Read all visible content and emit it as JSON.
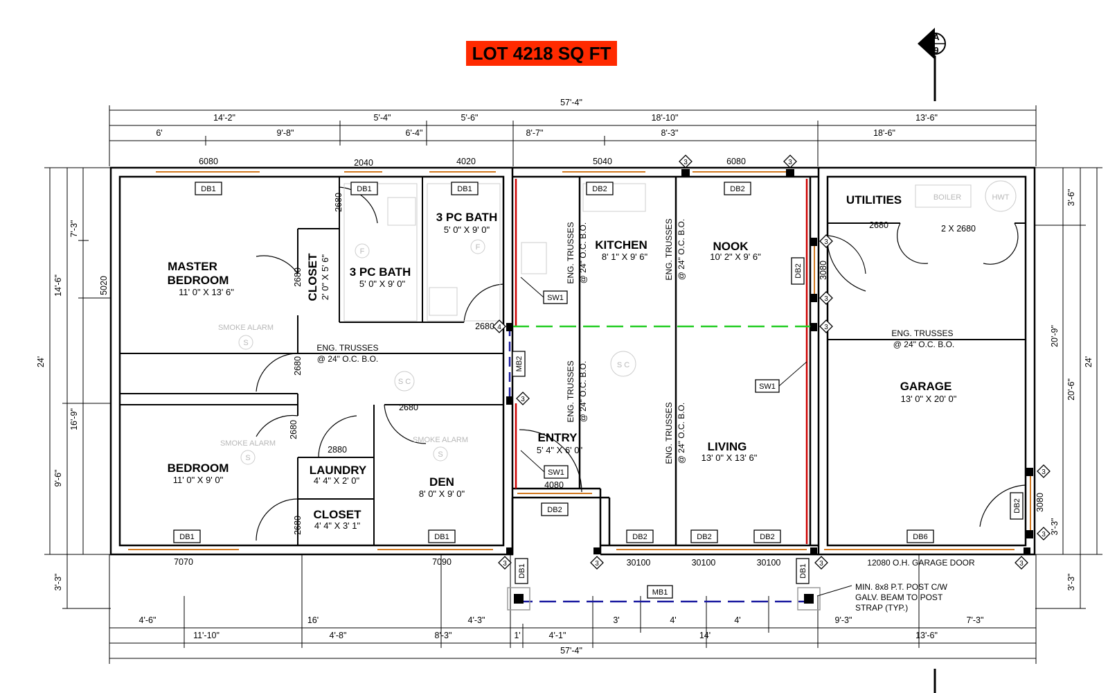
{
  "title": "LOT 4218 SQ FT",
  "north_marker": {
    "letter": "A",
    "number": "9"
  },
  "rooms": {
    "master_bedroom": {
      "name_line1": "MASTER",
      "name_line2": "BEDROOM",
      "size": "11' 0\" X 13' 6\""
    },
    "closet_master": {
      "name": "CLOSET",
      "size": "2' 0\" X 5' 6\""
    },
    "bath_1": {
      "name": "3 PC BATH",
      "size": "5' 0\" X 9' 0\""
    },
    "bath_2": {
      "name": "3 PC BATH",
      "size": "5' 0\" X 9' 0\""
    },
    "kitchen": {
      "name": "KITCHEN",
      "size": "8' 1\" X 9' 6\""
    },
    "nook": {
      "name": "NOOK",
      "size": "10' 2\" X 9' 6\""
    },
    "utilities": {
      "name": "UTILITIES"
    },
    "garage": {
      "name": "GARAGE",
      "size": "13' 0\" X 20' 0\""
    },
    "bedroom": {
      "name": "BEDROOM",
      "size": "11' 0\" X 9' 0\""
    },
    "laundry": {
      "name": "LAUNDRY",
      "size": "4' 4\" X 2' 0\""
    },
    "closet_2": {
      "name": "CLOSET",
      "size": "4' 4\" X 3' 1\""
    },
    "den": {
      "name": "DEN",
      "size": "8' 0\" X 9' 0\""
    },
    "entry": {
      "name": "ENTRY",
      "size": "5' 4\" X 6' 0\""
    },
    "living": {
      "name": "LIVING",
      "size": "13' 0\" X 13' 6\""
    }
  },
  "fixtures": {
    "boiler": "BOILER",
    "hwt": "HWT",
    "smoke_alarm": "SMOKE ALARM",
    "smoke_symbol": "S",
    "fan_symbol": "F",
    "sc_symbol": "S C"
  },
  "truss_notes": {
    "line1": "ENG. TRUSSES",
    "line2": "@ 24\" O.C. B.O."
  },
  "top_dims": {
    "overall": "57'-4\"",
    "row2": [
      "14'-2\"",
      "5'-4\"",
      "5'-6\"",
      "18'-10\"",
      "13'-6\""
    ],
    "row3": [
      "6'",
      "9'-8\"",
      "6'-4\"",
      "8'-7\"",
      "8'-3\"",
      "18'-6\""
    ]
  },
  "bottom_dims": {
    "row1": [
      "4'-6\"",
      "16'",
      "4'-3\"",
      "3'",
      "4'",
      "4'",
      "9'-3\"",
      "7'-3\""
    ],
    "row2": [
      "11'-10\"",
      "4'-8\"",
      "8'-3\"",
      "1'",
      "4'-1\"",
      "14'",
      "13'-6\""
    ],
    "overall": "57'-4\""
  },
  "left_dims": [
    "24'",
    "14'-6\"",
    "9'-6\"",
    "3'-3\"",
    "7'-3\"",
    "16'-9\"",
    "5020"
  ],
  "right_dims": [
    "3'-6\"",
    "20'-9\"",
    "20'-6\"",
    "24'",
    "3'-3\"",
    "3'-3\""
  ],
  "window_tags": {
    "w_master": "6080",
    "w_bath1": "2040",
    "w_bath2": "4020",
    "w_kitchen": "5040",
    "w_nook": "6080",
    "w_bed": "7070",
    "w_den": "7090",
    "w_liv1": "30100",
    "w_liv2": "30100",
    "w_liv3": "30100"
  },
  "door_tags": {
    "d_bath1": "2680",
    "d_closet": "2680",
    "d_bath2": "2680",
    "d_hall": "2680",
    "d_bed": "2680",
    "d_laundry": "2880",
    "d_den": "2680",
    "d_closet2": "2680",
    "d_entry": "4080",
    "d_util1": "2680",
    "d_util2": "2 X 2680",
    "d_util_side": "3080",
    "d_garage_side": "3080"
  },
  "garage_door": "12080 O.H. GARAGE DOOR",
  "post_note": {
    "line1": "MIN. 8x8 P.T. POST C/W",
    "line2": "GALV. BEAM TO POST",
    "line3": "STRAP (TYP.)"
  },
  "tags": {
    "db1": "DB1",
    "db2": "DB2",
    "db6": "DB6",
    "mb1": "MB1",
    "mb2": "MB2",
    "sw1": "SW1",
    "n3": "3",
    "n4": "4"
  },
  "colors": {
    "title_bg": "#ff2a00",
    "header_beam": "#d2781e",
    "shear_wall": "#cc0000",
    "beam_green": "#22cc22",
    "beam_blue": "#1a1aa0"
  }
}
